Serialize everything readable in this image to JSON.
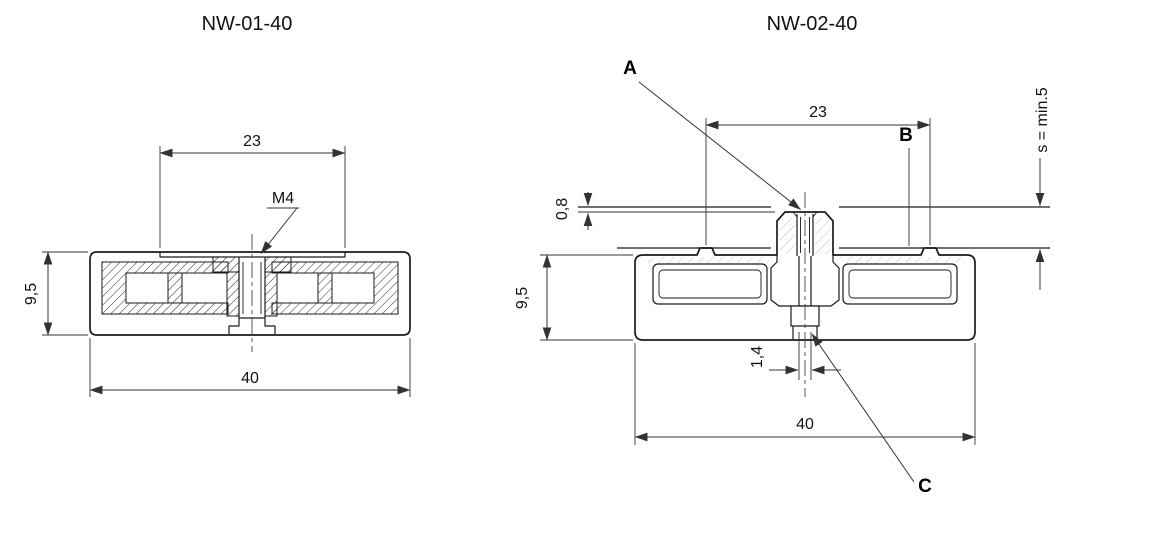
{
  "colors": {
    "line": "#1a1a1a",
    "dim": "#333333",
    "background": "#ffffff"
  },
  "figures": {
    "nw0140": {
      "title": "NW-01-40",
      "dim_width_inner": "23",
      "thread": "M4",
      "dim_height": "9,5",
      "dim_width": "40"
    },
    "nw0240": {
      "title": "NW-02-40",
      "label_a": "A",
      "label_b": "B",
      "label_c": "C",
      "dim_width_inner": "23",
      "dim_panel": "s = min.5",
      "dim_offset": "0,8",
      "dim_height": "9,5",
      "dim_slot": "1,4",
      "dim_width": "40"
    }
  }
}
